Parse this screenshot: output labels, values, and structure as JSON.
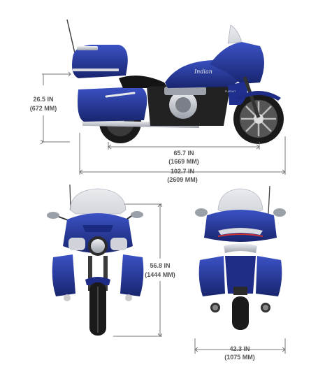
{
  "brand_badge": "Indian",
  "model_badge": "PURSUIT",
  "dimensions": {
    "seat_height": {
      "imperial": "26.5 IN",
      "metric": "(672 MM)"
    },
    "wheelbase": {
      "imperial": "65.7 IN",
      "metric": "(1669 MM)"
    },
    "overall_length": {
      "imperial": "102.7 IN",
      "metric": "(2609 MM)"
    },
    "overall_height": {
      "imperial": "56.8 IN",
      "metric": "(1444 MM)"
    },
    "overall_width": {
      "imperial": "42.3 IN",
      "metric": "(1075 MM)"
    }
  },
  "colors": {
    "body_blue": "#2a3fa8",
    "body_dark_blue": "#14206b",
    "chrome": "#c9ccd2",
    "black": "#1a1a1a",
    "dimension_line": "#777777",
    "dimension_text": "#555555"
  }
}
